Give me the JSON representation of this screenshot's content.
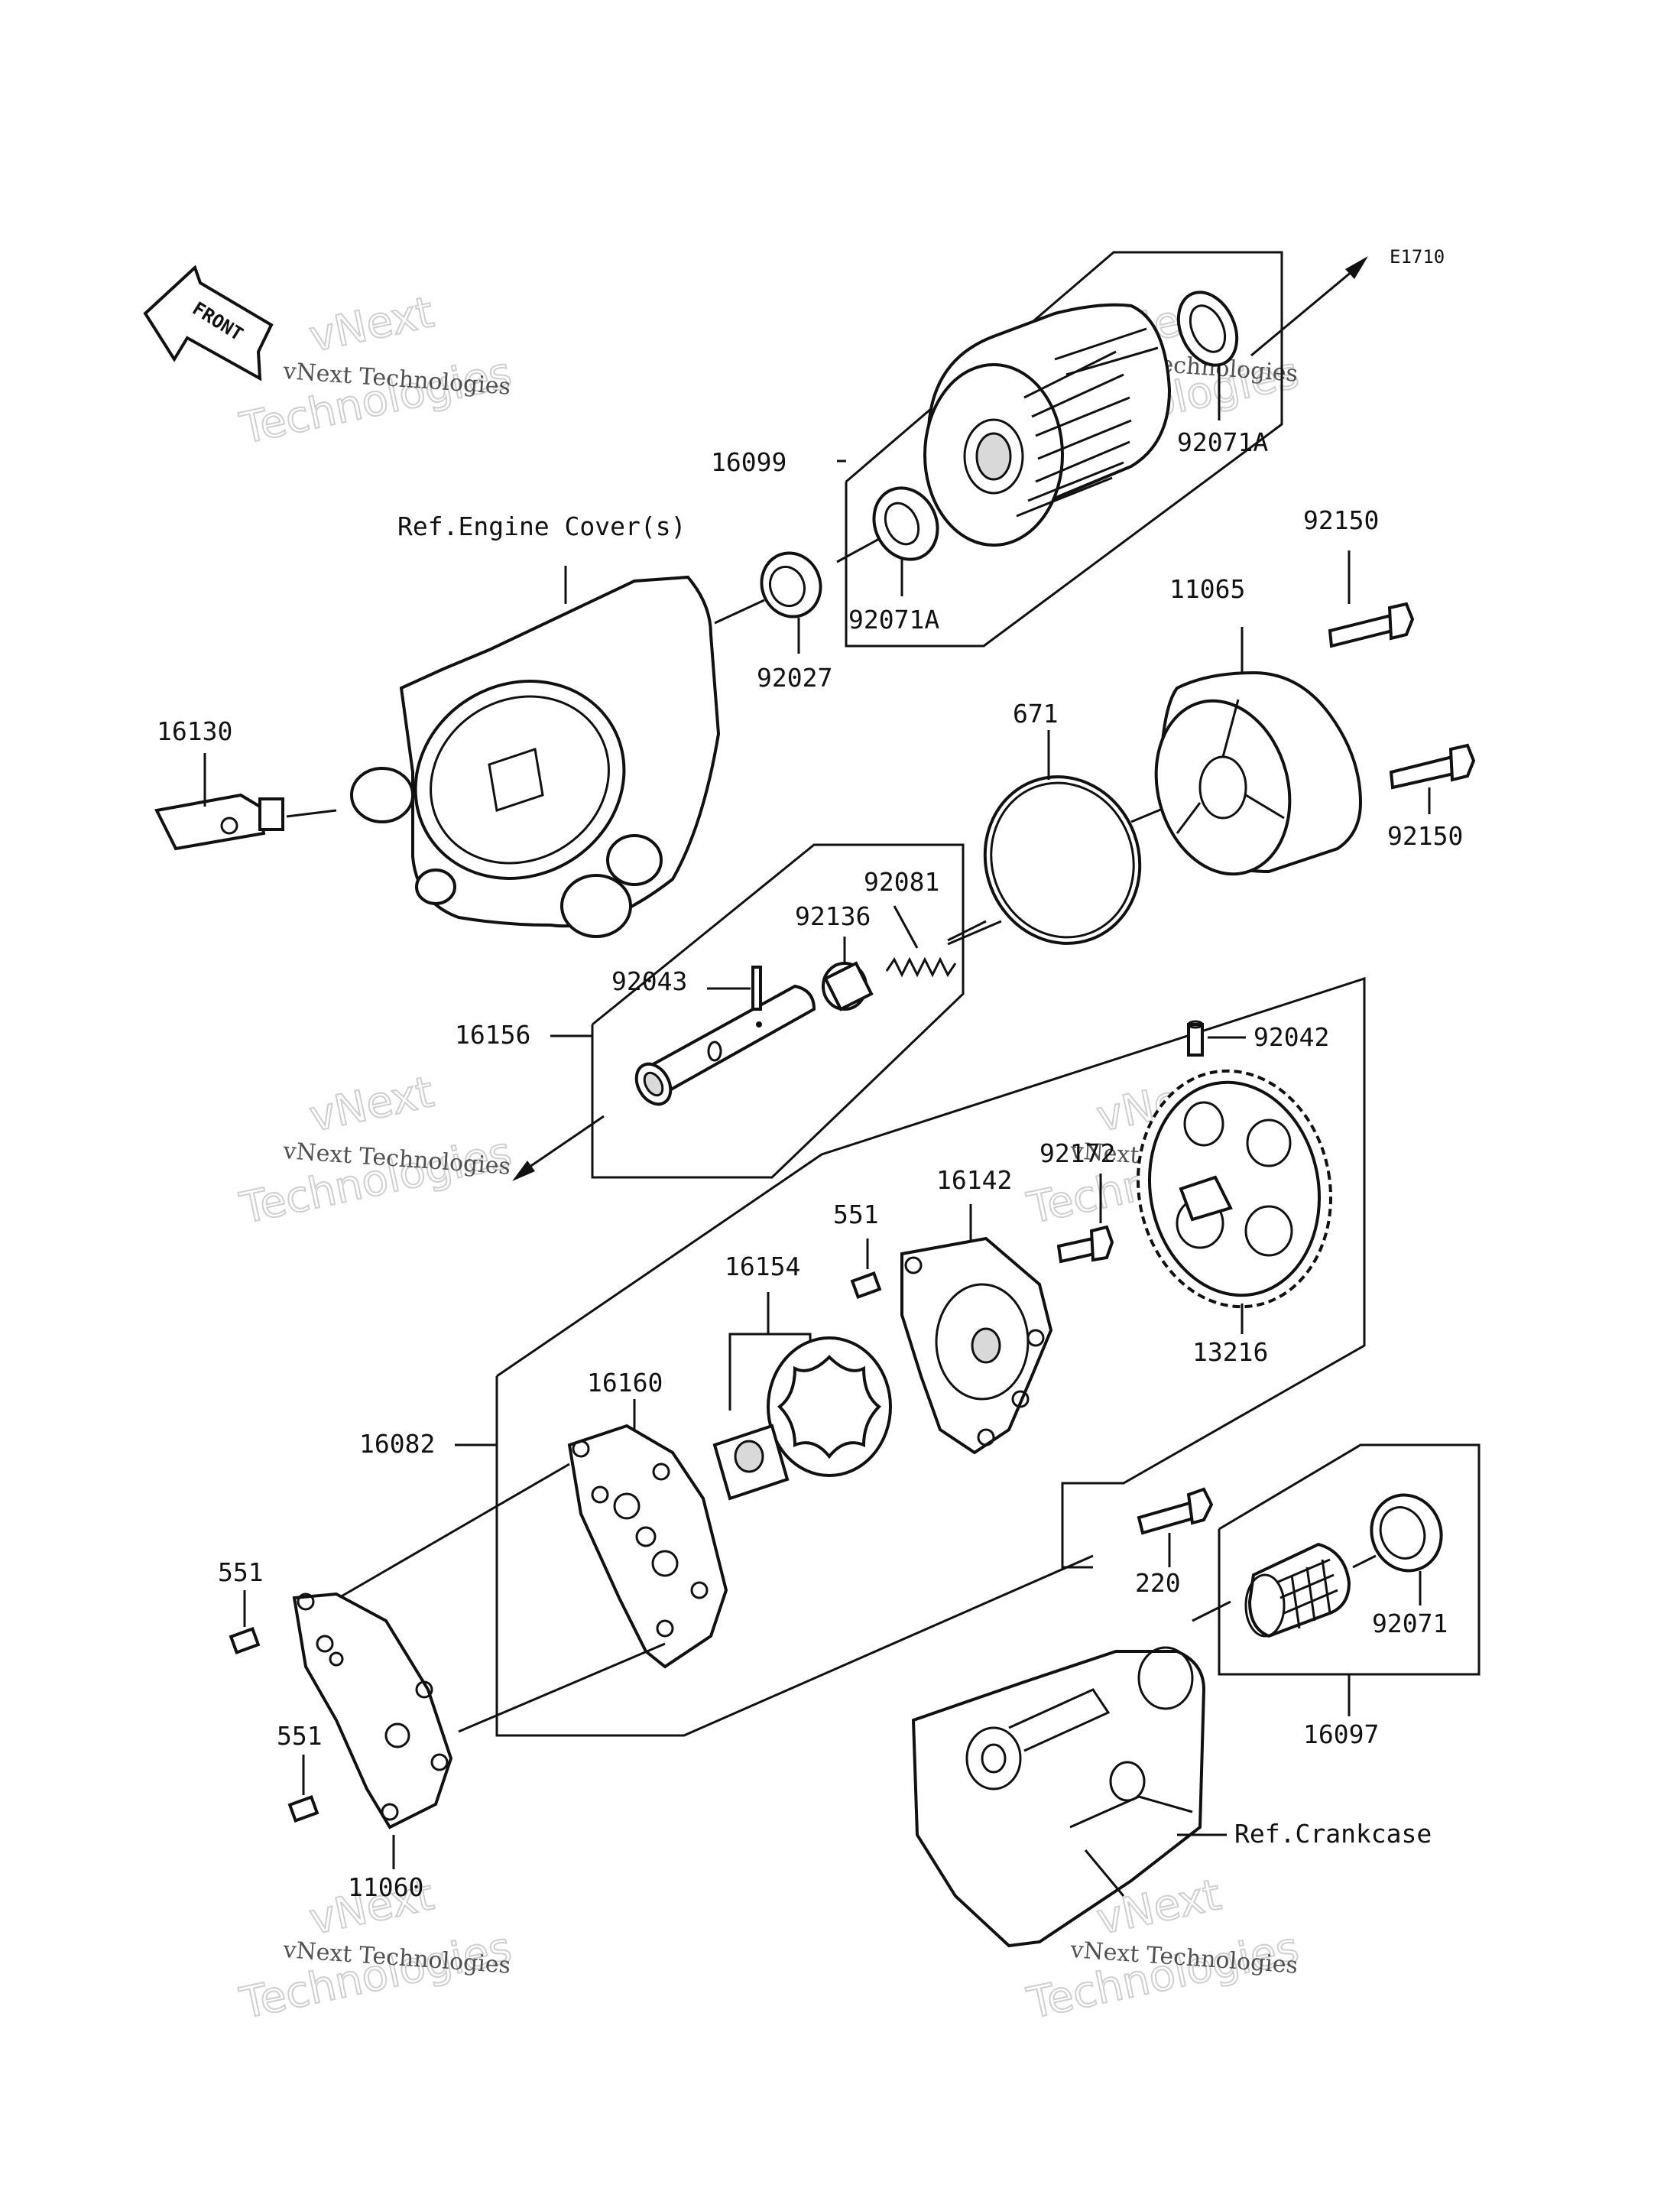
{
  "diagram_code": "E1710",
  "front_label": "FRONT",
  "references": {
    "engine_cover": "Ref.Engine Cover(s)",
    "crankcase": "Ref.Crankcase"
  },
  "part_numbers": {
    "p16099": "16099",
    "p92071A_top": "92071A",
    "p92071A_mid": "92071A",
    "p92027": "92027",
    "p92150_top": "92150",
    "p11065": "11065",
    "p92150_right": "92150",
    "p16130": "16130",
    "p671": "671",
    "p92081": "92081",
    "p92136": "92136",
    "p92043": "92043",
    "p16156": "16156",
    "p92042": "92042",
    "p92172": "92172",
    "p16142": "16142",
    "p551_top": "551",
    "p16154": "16154",
    "p13216": "13216",
    "p16160": "16160",
    "p16082": "16082",
    "p551_left": "551",
    "p551_bottom": "551",
    "p11060": "11060",
    "p220": "220",
    "p92071": "92071",
    "p16097": "16097"
  },
  "watermark": {
    "line1": "vNext Technologies",
    "line2": "vNext",
    "line3": "Technologies"
  }
}
